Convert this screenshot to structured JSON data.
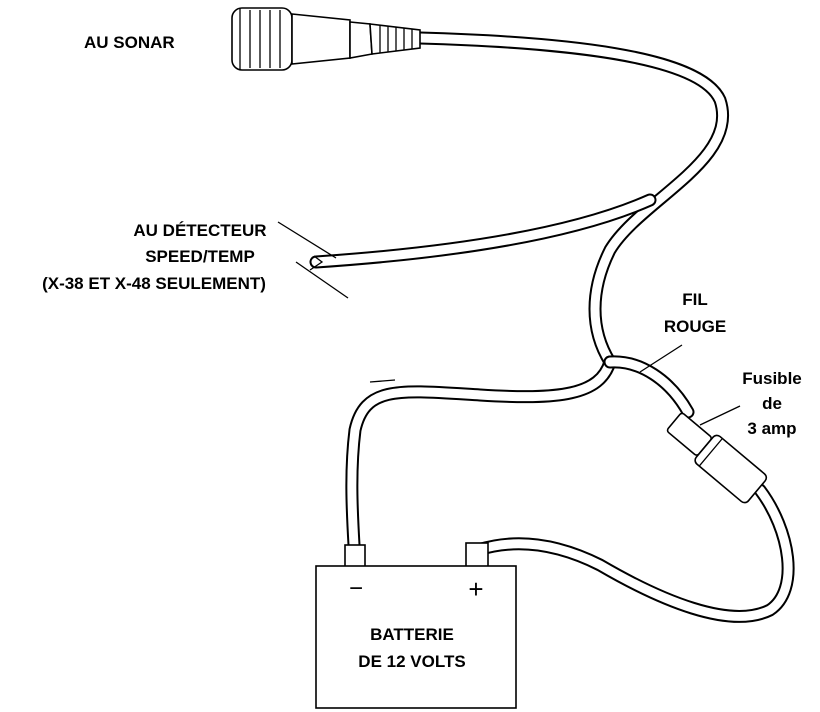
{
  "labels": {
    "sonar": "AU SONAR",
    "detector_line1": "AU DÉTECTEUR",
    "detector_line2": "SPEED/TEMP",
    "detector_line3": "(X-38 ET X-48 SEULEMENT)",
    "red_wire_line1": "FIL",
    "red_wire_line2": "ROUGE",
    "fuse_line1": "Fusible",
    "fuse_line2": "de",
    "fuse_line3": "3 amp",
    "battery_line1": "BATTERIE",
    "battery_line2": "DE 12 VOLTS",
    "negative_symbol": "−",
    "positive_symbol": "+"
  },
  "colors": {
    "ink": "#000000",
    "paper": "#ffffff"
  }
}
